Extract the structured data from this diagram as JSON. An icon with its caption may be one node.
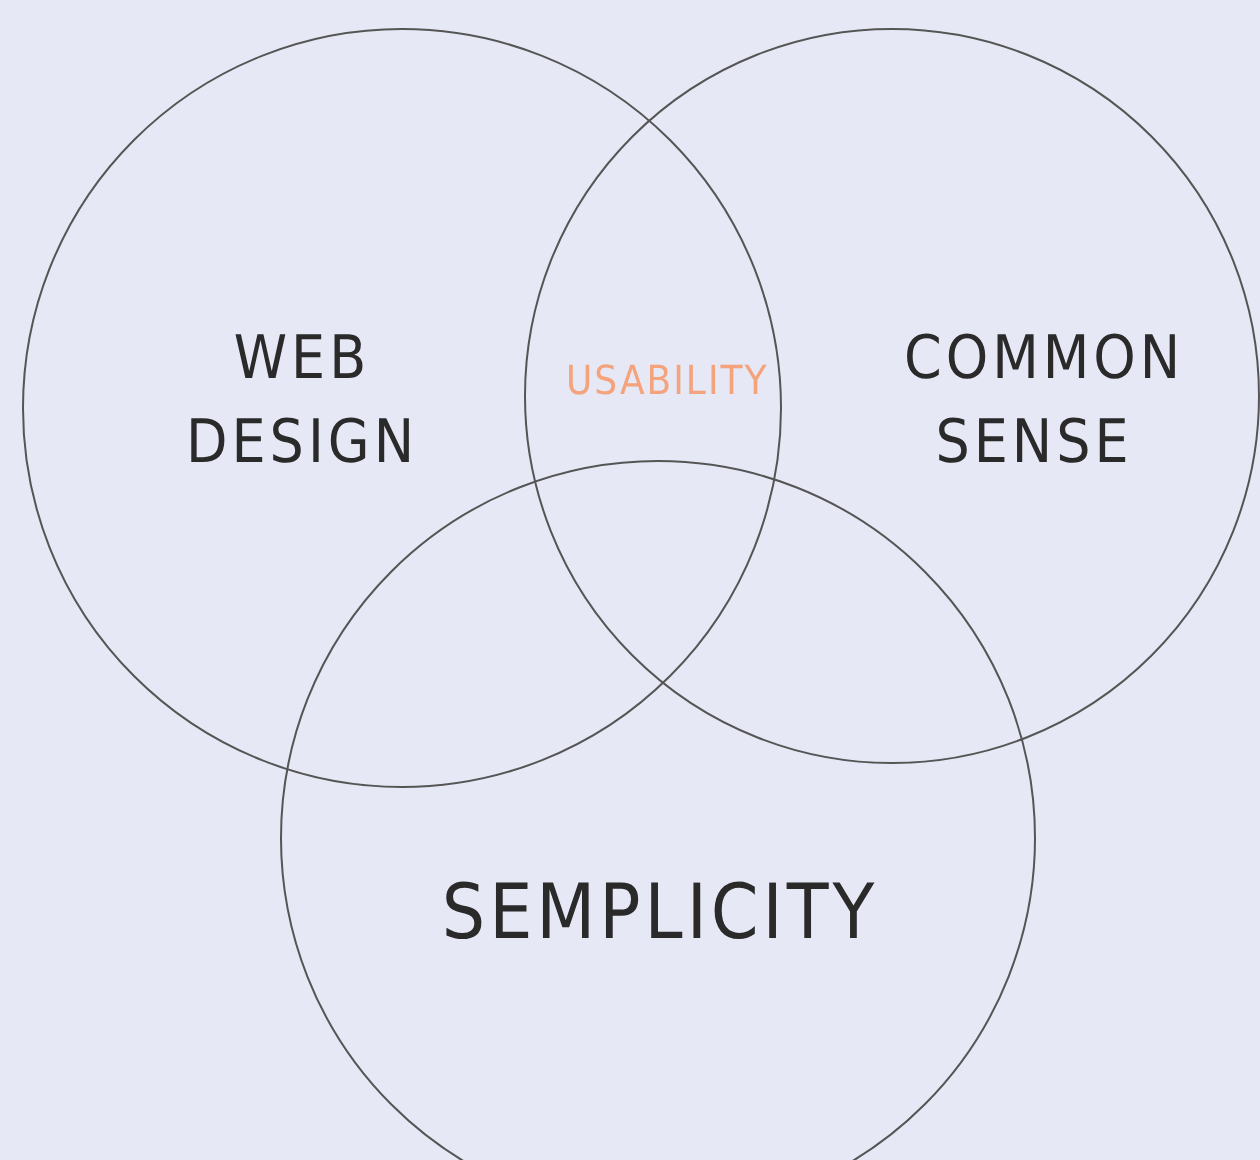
{
  "diagram": {
    "nodes": [
      {
        "text": [
          "WEB DESIGN"
        ]
      },
      {
        "text": [
          "COMMON SENSE"
        ]
      },
      {
        "text": [
          "SEMPLICITY"
        ]
      }
    ],
    "edges": [],
    "labels": [
      "USABILITY"
    ]
  }
}
